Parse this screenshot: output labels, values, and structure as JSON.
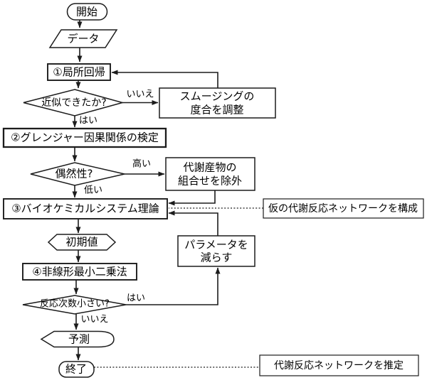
{
  "flowchart": {
    "nodes": {
      "start": "開始",
      "data": "データ",
      "step1": "①局所回帰",
      "decision_fit": "近似できたか?",
      "adjust_smoothing": {
        "line1": "スムージングの",
        "line2": "度合を調整"
      },
      "step2": "②グレンジャー因果関係の検定",
      "decision_chance": "偶然性?",
      "exclude_combo": {
        "line1": "代謝産物の",
        "line2": "組合せを除外"
      },
      "step3": "③バイオケミカルシステム理論",
      "initial_values": "初期値",
      "step4": "④非線形最小二乗法",
      "decision_order": "反応次数小さい?",
      "reduce_params": {
        "line1": "パラメータを",
        "line2": "減らす"
      },
      "prediction": "予測",
      "end": "終了"
    },
    "branch_labels": {
      "fit_no": "いいえ",
      "fit_yes": "はい",
      "chance_high": "高い",
      "chance_low": "低い",
      "order_yes": "はい",
      "order_no": "いいえ"
    },
    "annotations": {
      "construct_network": "仮の代謝反応ネットワークを構成",
      "estimate_network": "代謝反応ネットワークを推定"
    },
    "colors": {
      "line": "#1c1c1c",
      "node_fill": "#ffffff",
      "text": "#000000",
      "background": "#ffffff"
    }
  }
}
